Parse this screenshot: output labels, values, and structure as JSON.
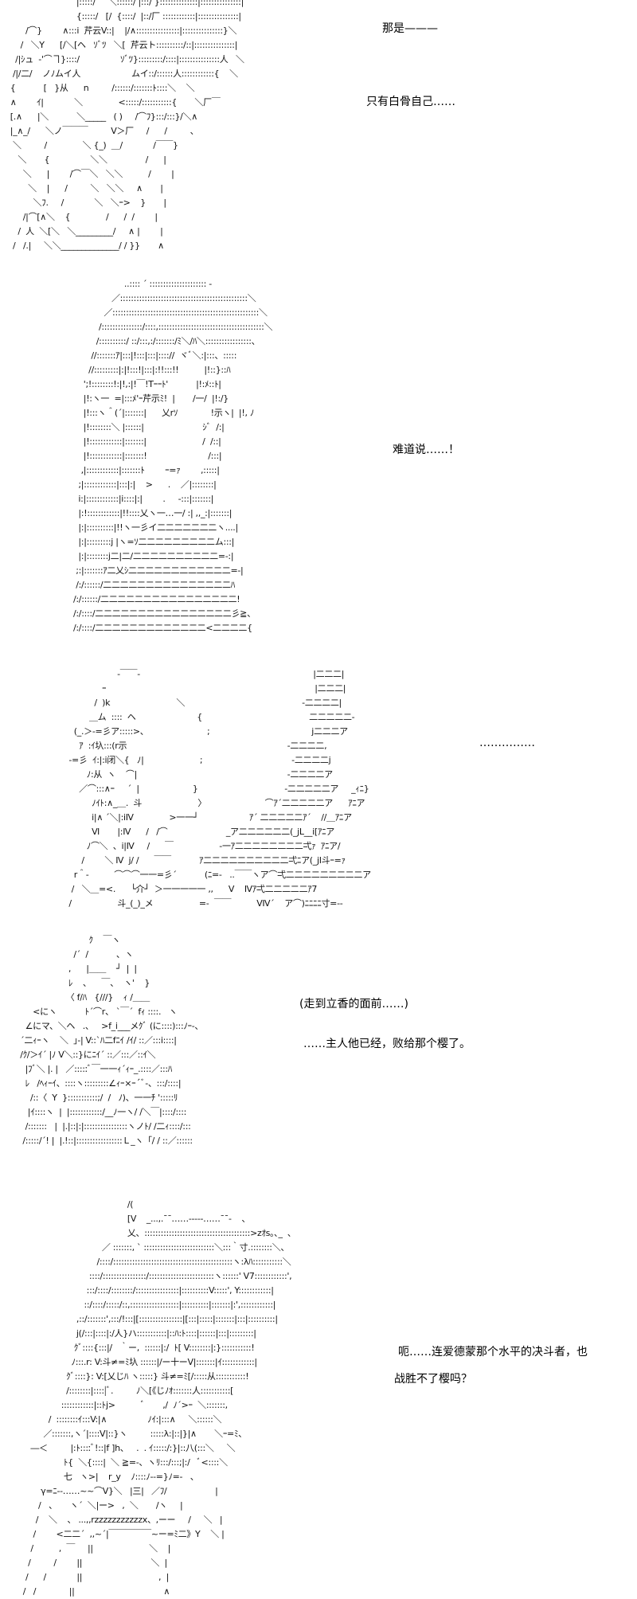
{
  "panels": [
    {
      "art_lines": [
        "                              |:::::/     ＼::::::/ |:::/ }::::::::::::::|:::::::::::::::|",
        "                              {:::::/   [/  {::::/  |::/厂 ::::::::::::|:::::::::::::::|",
        "          /⌒}        ∧:::i  芹云V::|    |/∧::::::::::::::::|:::::::::::::::}＼",
        "        /   ＼Y      [/＼[ヘ   ｿﾞﾂ   ＼[  芹云ト::::::::::/::|:::::::::::::::|",
        "      /|ｼュ  ‐'⌒ヿ}::::/                ｿﾞﾂ}:::::::::/::::|:::::::::::::::人   ＼",
        "     /|/二/    ノﾉムイ人                    ムイ::/::::::人::::::::::::{    ＼",
        "    {           [   }从      n         /::::::/:::::::ﾄ::::＼    ＼",
        "    ∧        ｲ|            ＼              <:::::/:::::::::::{       ＼厂￣",
        "    [.∧      |＼           ＼_____   ( )     /⌒ﾌ}:::/:::}/＼∧",
        "    |_∧_/      ＼ノ￣￣￣         V＞厂     /      /         、",
        "     ＼         /              ＼ {_)  ＿/            /￣￣}",
        "       ＼       {                ＼＼               /      |",
        "         ＼      |        /⌒￣＼   ＼＼          /        |",
        "           ＼    |      /         ＼   ＼＼     ∧       |",
        "             ＼ﾌ.     /            ＼   ＼ｰ>    }       |",
        "         /|⌒[∧＼    {              /      /  /        |",
        "       /  人  ＼[＼   ＼_________/     ∧ |        |",
        "     /   /.|     ＼＼______________/ / }}       ∧"
      ]
    },
    {
      "art_lines": [
        "                    ..:::: ´ ::::::::::::::::::::: ‐",
        "               ／:::::::::::::::::::::::::::::::::::::::::::::::＼",
        "            ／::::::::::::::::::::::::::::::::::::::::::::::::::::::＼",
        "          /:::::::::::::::/::::,:::::::::::::::::::::::::::::::::::::::＼",
        "         /::::::::::/ ::/:::,:/:::::::/ﾐ＼/ﾊ＼:::::::::::::::::、",
        "       //:::::::ｱ|:::|!:::|:::|:::://  ヾﾞ＼:|:::、:::::",
        "      //:::::::::|:|!:::!|:::|:!!:::!!          |!::}::ﾊ",
        "    ';!::::::::!:|!,:|!￣!Tｰｰﾄ'           |!:ﾒ::ﾄ|",
        "    |!:ヽ一  =|:::ﾒ'ｰ芹示ﾐ!  |       /一/  |!:/}",
        "    |!:::ヽ＾(´|:::::::|      乂rｿ             !示ヽ|  |!, ﾉ",
        "    |!::::::::＼ |::::::|                       ｼﾞ  /:|",
        "    |!::::::::::::|:::::::|                      /  /::|",
        "    |!::::::::::::|:::::::!                        /:::|",
        "   ,|::::::::::::|:::::::ﾄ        ｰ=ｧ        ,:::::|",
        "  ;|::::::::::::|:::|:|    >      .    ／|::::::::|",
        "  i:|::::::::::::|i::::|:|        .     -:::|:::::::|",
        "  |:!::::::::::::|!!::::乂ヽ一…一/ :| ,,_:|:::::::|",
        "  |:|::::::::::|!!ヽ一彡イ二二二二二二二ヽ....|",
        "  |:|:::::::::j |ヽ=ｿ二二二二二二二二二ム:::|",
        "  |:|::::::::j二|二/二二二二二二二二二二=-:|",
        " ;:|:::::::ｱ二乂ｼ二二二二二二二二二二二二=-|",
        " /:/::::::/二二二二二二二二二二二二二二二ﾊ",
        "/:/::::::/二二二二二二二二二二二二二二二二!",
        "/:/::::/二二二二二二二二二二二二二二二二彡≧、",
        "/:/::::/二二二二二二二二二二二二二<二二二二{"
      ]
    },
    {
      "art_lines": [
        "                     ‐￣￣‐                                                                    |二二二|",
        "               ｰ                                                                                  |二二二|",
        "            /  )k                          ＼                                              -二二二二|",
        "          ＿ム  ::::  ヘ                        {                                          二二二二二-",
        "    (_.＞-=彡ア:::::>、                       ;                                        j二二二ア",
        "      ｱ  :ｲ圦:::(r示                                                               -二二二二,",
        "  -=彡  ｲ:|:i闭＼{   ﾉ|                      ;                                   -二二二二j",
        "         ﾉ:从  ヽ    ⌒|                                                           -二二二二ア",
        "      ／⌒:::∧ｰ     ´  |                     }                                  -二二二二二ア     _ｨﾆ}",
        "           ﾉｲﾄ:∧_＿.  斗                      〉                       ⌒ｱ´二二二二二ア      ｱﾆア",
        "           i|∧ ´＼|:iⅣ              >一一┘                    ｱ´ 二二二二二ｱ´    //＿ｱﾆア",
        "           Ⅵ       |:Ⅳ      /   /⌒                       _ア二二二二二二(_jL__i[ｱﾆア",
        "         ﾉ⌒＼  、i|Ⅳ     /      ￣                  -一ｱ二二二二二二二二弌ｧ  ｱﾆア/",
        "       /        ＼ Ⅳ  j/ /      ￣￣           ｱ二二二二二二二二二二弌ﾆア(_jI斗ｰ=ｧ",
        "    r＾‐          ⌒⌒⌒一一=彡´           (ﾆ=-   ..￣￣ヽア⌒弌二二二二二二二二二ア",
        "   /   ＼＿=<.      └介┘  ＞一一一一一 ,,      V    Ⅳｱ弌二二二二二ｱ7",
        "  /                  斗_(_)_メ                  =-  ￣￣          VⅣ´    ア⌒)ﾆﾆﾆﾆ寸=--"
      ]
    },
    {
      "art_lines": [
        "                            ｸ    ￣ヽ",
        "                      /´  /           、ヽ",
        "                    ,      |＿＿    ┘  |  |",
        "                    ﾚ    、    ￣、  ヽ'    }",
        "                   〈 f/ﾊ   {///}    ｨ /＿＿",
        "      <にヽ           ﾄ´⌒r、 `￣´  fｨ ::::.   ヽ",
        "   ∠にマ、＼ヘ   .、   >f_i___メｸﾞ (に::::):::ﾉｰ-、",
        " ´二ｨｰヽ    ＼  ｣-| V::`ﾊ二fﾆｲ /ｲ/ ::／:::i::::|",
        " /ｸ/＞ｲ´ |ﾉ V＼::}にﾆｲ´ ::／:::／::ｲ＼",
        "   |ﾌﾞ＼ |. |   ／:::::ﾞ￣一一ｨ´ｨｰ_.::::／:::ﾊ",
        "   ﾚ   /ﾍｨｰｲ、::::ヽ:::::::::∠ｨｰ×ｰ´ﾞ-、:::/::::|",
        "     /::〈  Y  }:::::::::::;/  /   ﾉ)、一一ﾁ ':::::ﾘ",
        "    |ｲ::::ヽ  |  |::::::::::::/__ﾉ一ヽ/ /＼￣|::::/::::",
        "   /:::::::   |  |.|::|:|::::::::::::::::ヽノﾄ/ /二ｨ::::/:::",
        "  /:::::/´! |  |.!::|:::::::::::::::::Ｌ_ヽ「/ / ::／::::::"
      ]
    },
    {
      "art_lines": [
        "                                                  /(",
        "                                                  [V    _...,.¯¯……-----……¯¯-    、",
        "                                                  乂、:::::::::::::::::::::::::::::::::::::::>zｵs｡､_  ､",
        "                                        ／ :::::::, ` ::::::::::::::::::::::::::＼:::｀寸.::::::::＼、",
        "                                      /::::/::::::::::::::::::::::::::::::::::::::::::::ヽ:λﾊ:::::::::::＼",
        "                                   ::::/::::::::::::::::/::::::::::::::::::::::::ヽ::::::' V7::::::::::::',",
        "                                  :::/::::/::::::::/::::::::::::::::|::::::::::V:::::', Y::::::::::::|",
        "                                 ::/::::/:::::/::,::::::::::::::::::|::::::::::|:::::::|:',::::::::::::|",
        "                              ,::/:::::::',:::/!:::|[::::::::::::::::|[:::|:::::|:::::::|:::|::::::::::|",
        "                              j(/:::|::::|:/人}ハ:::::::::::|::ﾊ:ﾄ::::|::::::|:::|:::::::::|",
        "                             ｸﾞ::::{:::|/   ｀ー,  ::::::|:/  ﾄ[ V::::::::|:}:::::::::::!",
        "                            ﾉ:::.r: V:斗≠=ﾐ圦 ::::::|/ー十ーV|:::::::|ｲ::::::::::::|",
        "                          ｸﾞ::::}: V:[乂じﾊ ヽ:::::} 斗≠=ﾐ[/:::::从:::::::::::!",
        "                          /::::::::|::::|ﾞ.         ﾉ＼[《じﾉｵ:::::::人:::::::::::[",
        "                        ::::::::::::|::ﾄj>          ﾞ       ,/  ﾉ´>ｰ  ＼:::::::,",
        "                   /  ::::::::ｲ:::V:|∧                ﾉｲ:|:::∧     ＼::::::＼",
        "                 ／:::::::,ヽ´|::::V|::}ヽ         :::::λ:|::|}|∧       ＼ｰ=ﾐ、",
        "            ―＜         |:ﾄ::::ﾞ!::|f ]h、   .  . ｲ:::::/:}|::八(:::＼     ＼",
        "                         ﾄ{  ＼{::::|  ＼ ≧=-、ヽﾘ:::/:::;|:/   ﾞ<::::＼",
        "                         七   ヽ>|    r_y    ﾉ::::ﾉ--=}ﾉ=-   、",
        "                γ=ﾆ-‐……~~⌒V}＼   |三|   ／ﾌ/                   |",
        "               /   、     ヽ´  ＼|ー>   ,  ＼       /ヽ     |",
        "              /    ＼    、 ...,,rzzzzzzzzzzzx、,ーー     /     ＼   |",
        "             /        <二二´  ,,~´|￣￣￣￣￣~ー=ﾐ二》Y    ＼ |",
        "            /          ,  ￣     ||                      ＼    |",
        "           /         /        ||                           ＼  |",
        "          /      /            ||                              ,  |",
        "         /   /             ||                                   ∧"
      ]
    }
  ],
  "captions": {
    "c1": "那是———",
    "c2": "只有白骨自己……",
    "c3": "难道说……！",
    "c4": "……………",
    "c5": "(走到立香的面前……)",
    "c6": "……主人他已经，败给那个樱了。",
    "c7": "呃……连爱德蒙那个水平的决斗者，也",
    "c8": "战胜不了樱吗？"
  }
}
